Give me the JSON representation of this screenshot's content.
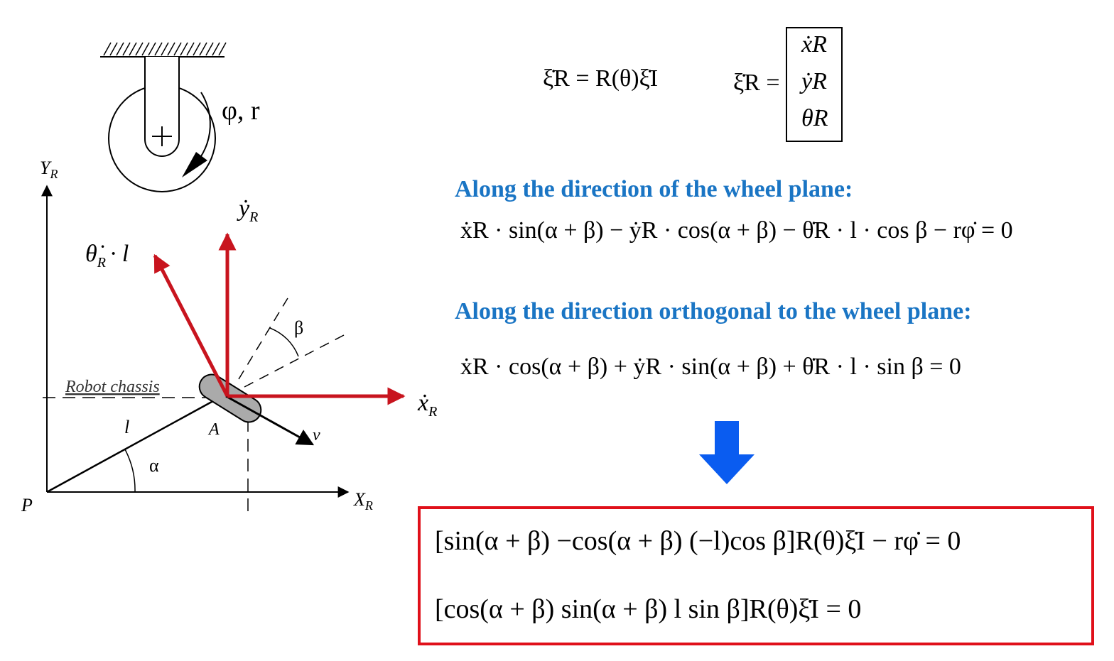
{
  "diagram": {
    "wheel_params": "φ, r",
    "y_axis_label": "Y",
    "y_axis_sub": "R",
    "x_axis_label": "X",
    "x_axis_sub": "R",
    "origin_label": "P",
    "point_label": "A",
    "chassis_label": "Robot chassis",
    "length_label": "l",
    "alpha_label": "α",
    "beta_label": "β",
    "v_label": "v",
    "xdot_label": "ẋ",
    "ydot_label": "ẏ",
    "thetadot_label": "θ̇",
    "dot_l": "· l",
    "sub_R": "R",
    "colors": {
      "arrow_red": "#c8141e",
      "down_arrow_blue": "#0a5cf0",
      "heading_blue": "#1a75c4",
      "box_red": "#e0101a"
    }
  },
  "equations": {
    "eq_top_left": "ξ̇R = R(θ)ξ̇I",
    "eq_top_right_lhs": "ξ̇R =",
    "vector_entries": [
      "ẋR",
      "ẏR",
      "θ̇R"
    ],
    "heading_1": "Along the direction of the wheel plane:",
    "eq_1": "ẋR · sin(α + β) − ẏR · cos(α + β) − θ̇R · l · cos β − rφ̇ = 0",
    "heading_2": "Along the direction orthogonal to the wheel plane:",
    "eq_2": "ẋR · cos(α + β) + ẏR · sin(α + β) + θ̇R · l · sin β = 0",
    "boxed_eq_1": "[sin(α + β)   −cos(α + β)   (−l)cos β]R(θ)ξ̇I − rφ̇ = 0",
    "boxed_eq_2": "[cos(α + β)   sin(α + β)   l sin β]R(θ)ξ̇I = 0"
  }
}
